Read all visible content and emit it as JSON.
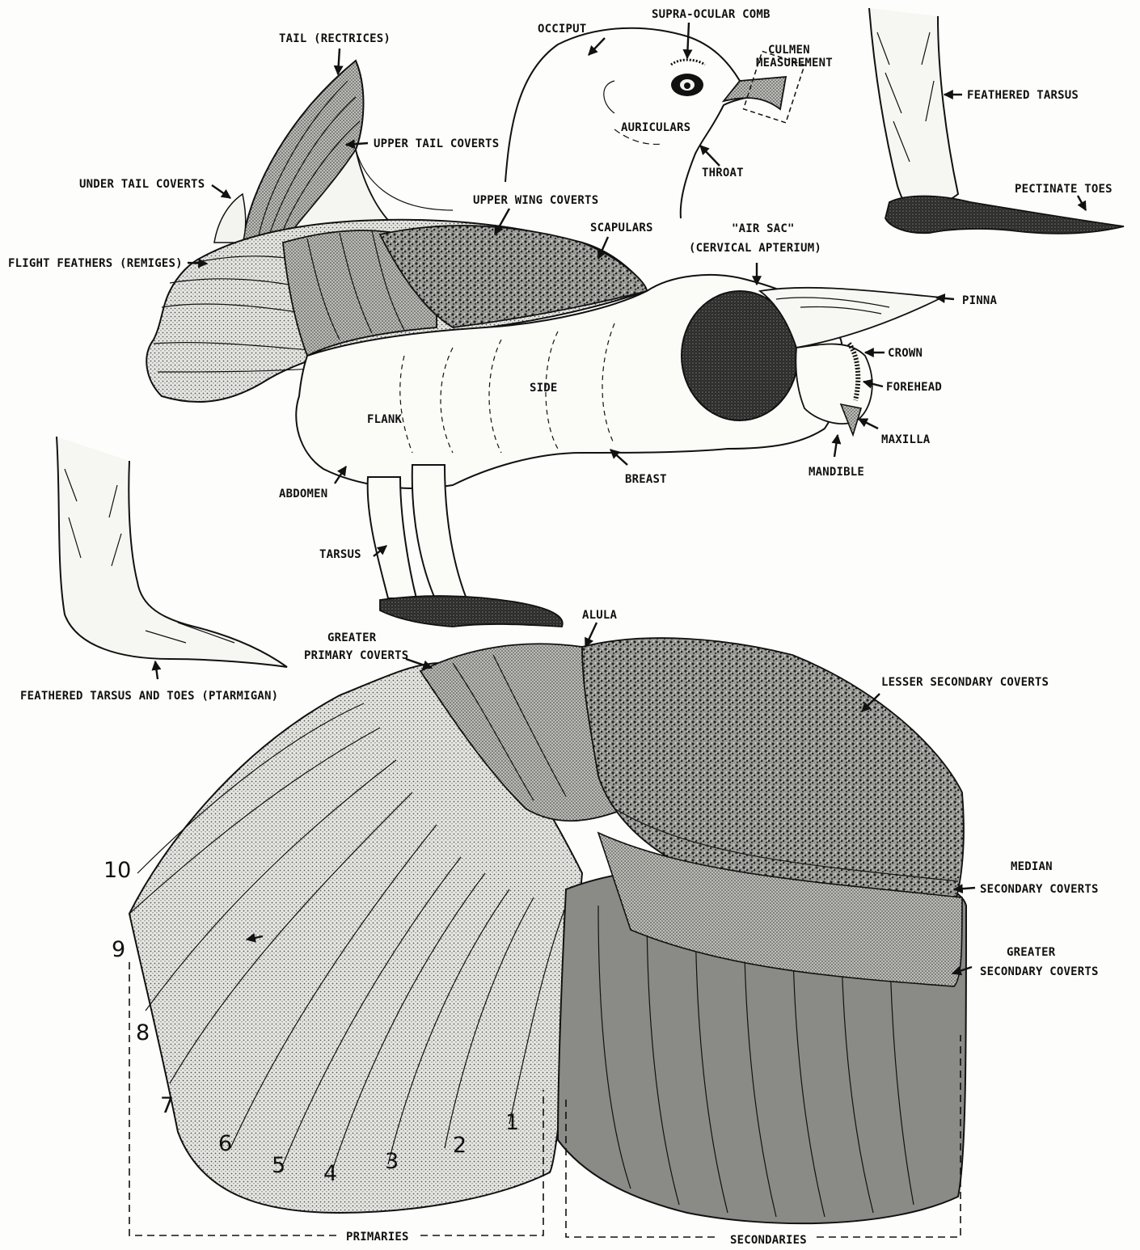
{
  "labels": {
    "tail_rectrices": "TAIL (RECTRICES)",
    "upper_tail_coverts": "UPPER TAIL COVERTS",
    "under_tail_coverts": "UNDER TAIL COVERTS",
    "flight_feathers": "FLIGHT FEATHERS (REMIGES)",
    "upper_wing_coverts": "UPPER WING COVERTS",
    "scapulars": "SCAPULARS",
    "occiput": "OCCIPUT",
    "supra_ocular_comb": "SUPRA-OCULAR COMB",
    "culmen_1": "CULMEN",
    "culmen_2": "MEASUREMENT",
    "auriculars": "AURICULARS",
    "throat": "THROAT",
    "feathered_tarsus": "FEATHERED TARSUS",
    "pectinate_toes": "PECTINATE TOES",
    "air_sac_1": "\"AIR SAC\"",
    "air_sac_2": "(CERVICAL APTERIUM)",
    "pinna": "PINNA",
    "crown": "CROWN",
    "forehead": "FOREHEAD",
    "maxilla": "MAXILLA",
    "mandible": "MANDIBLE",
    "side": "SIDE",
    "flank": "FLANK",
    "breast": "BREAST",
    "abdomen": "ABDOMEN",
    "tarsus": "TARSUS",
    "ptarmigan_feet": "FEATHERED TARSUS AND TOES (PTARMIGAN)",
    "alula": "ALULA",
    "greater_primary_coverts_1": "GREATER",
    "greater_primary_coverts_2": "PRIMARY COVERTS",
    "lesser_secondary_coverts": "LESSER SECONDARY COVERTS",
    "median_secondary_coverts_1": "MEDIAN",
    "median_secondary_coverts_2": "SECONDARY COVERTS",
    "greater_secondary_coverts_1": "GREATER",
    "greater_secondary_coverts_2": "SECONDARY COVERTS",
    "primaries": "PRIMARIES",
    "secondaries": "SECONDARIES"
  },
  "primary_numbers": [
    "10",
    "9",
    "8",
    "7",
    "6",
    "5",
    "4",
    "3",
    "2",
    "1"
  ],
  "colors": {
    "ink": "#111111",
    "paper": "#fdfdfb",
    "light_stipple": "#d6d6d2",
    "mid_gray": "#a9a9a5",
    "dark_gray": "#7c7c78",
    "speckle_dark": "#2a2a28"
  }
}
